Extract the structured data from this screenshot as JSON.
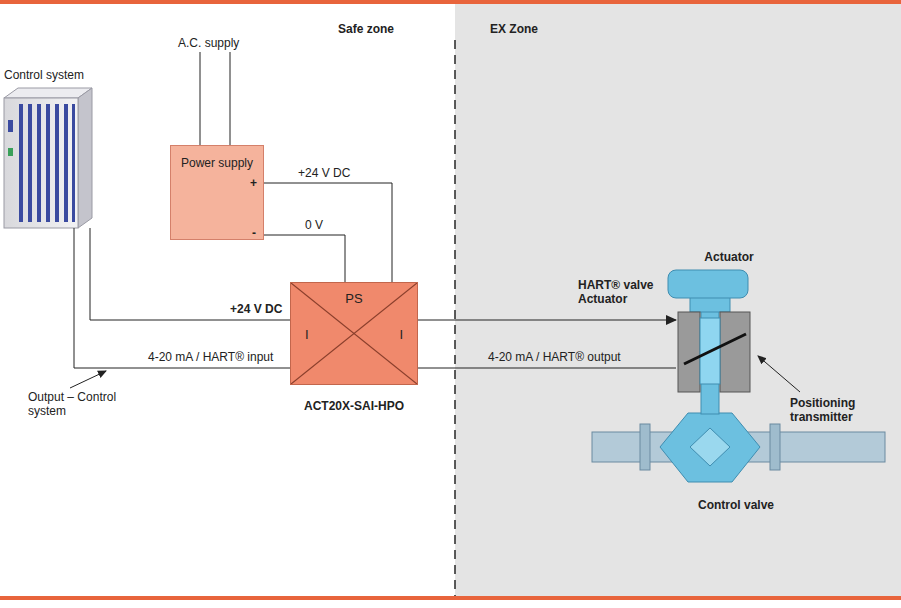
{
  "diagram": {
    "nodes": [
      {
        "text": [
          "Control system"
        ]
      },
      {
        "text": [
          "Power supply",
          "+",
          "-"
        ]
      },
      {
        "text": [
          "PS",
          "I",
          "I",
          "ACT20X-SAI-HPO"
        ]
      },
      {
        "text": [
          "Actuator"
        ]
      }
    ],
    "edges": [
      {
        "from": 1,
        "to": 2,
        "arrow": "none",
        "label": "+24 V DC"
      },
      {
        "from": 1,
        "to": 2,
        "arrow": "none",
        "label": "0 V"
      },
      {
        "from": 0,
        "to": 2,
        "arrow": "none",
        "label": "+24 V DC"
      },
      {
        "from": 0,
        "to": 2,
        "arrow": "none",
        "label": "4-20 mA / HART® input"
      },
      {
        "from": 2,
        "to": 3,
        "arrow": "to"
      },
      {
        "from": 2,
        "to": 3,
        "arrow": "none",
        "label": "4-20 mA / HART® output"
      }
    ],
    "labels": [
      "A.C. supply",
      "Safe zone",
      "EX Zone",
      "Output – Control system",
      "HART® valve Actuator",
      "Positioning transmitter",
      "Control valve"
    ]
  }
}
